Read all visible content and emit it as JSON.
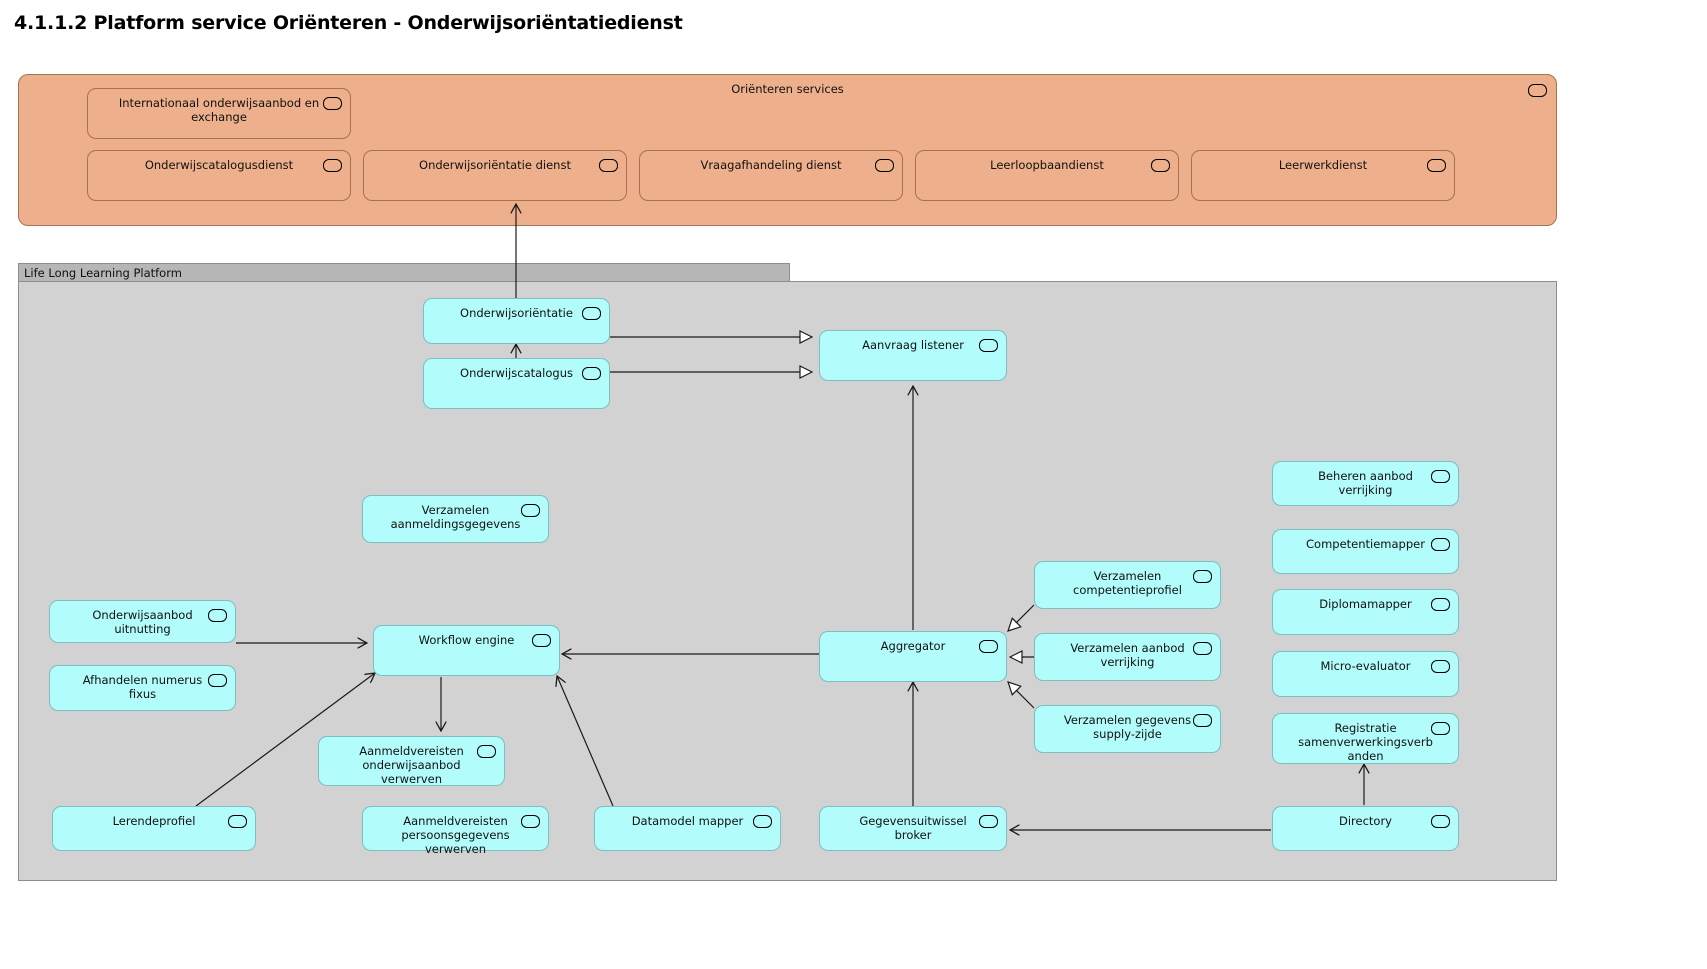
{
  "page": {
    "title": "4.1.1.2 Platform service Oriënteren - Onderwijsoriëntatiedienst"
  },
  "colors": {
    "service_fill": "#eeb08c",
    "service_stroke": "#a8724f",
    "component_fill": "#b2fcfc",
    "component_stroke": "#7cbfc0",
    "group_fill": "#d2d2d2",
    "group_header_fill": "#b6b6b6",
    "connector": "#1a1a1a"
  },
  "service_group": {
    "label": "Oriënteren services",
    "icon": "service-icon",
    "services": [
      {
        "label": "Internationaal onderwijsaanbod en exchange",
        "icon": "service-icon"
      },
      {
        "label": "Onderwijscatalogusdienst",
        "icon": "service-icon"
      },
      {
        "label": "Onderwijsoriëntatie dienst",
        "icon": "service-icon"
      },
      {
        "label": "Vraagafhandeling dienst",
        "icon": "service-icon"
      },
      {
        "label": "Leerloopbaandienst",
        "icon": "service-icon"
      },
      {
        "label": "Leerwerkdienst",
        "icon": "service-icon"
      }
    ]
  },
  "platform_group": {
    "label": "Life Long Learning Platform",
    "components": [
      {
        "label": "Onderwijsoriëntatie",
        "icon": "service-icon"
      },
      {
        "label": "Onderwijscatalogus",
        "icon": "service-icon"
      },
      {
        "label": "Aanvraag listener",
        "icon": "service-icon"
      },
      {
        "label": "Verzamelen aanmeldingsgegevens",
        "icon": "service-icon"
      },
      {
        "label": "Onderwijsaanbod uitnutting",
        "icon": "service-icon"
      },
      {
        "label": "Afhandelen numerus fixus",
        "icon": "service-icon"
      },
      {
        "label": "Workflow engine",
        "icon": "service-icon"
      },
      {
        "label": "Aanmeldvereisten onderwijsaanbod verwerven",
        "icon": "service-icon"
      },
      {
        "label": "Lerendeprofiel",
        "icon": "service-icon"
      },
      {
        "label": "Aanmeldvereisten persoonsgegevens verwerven",
        "icon": "service-icon"
      },
      {
        "label": "Datamodel mapper",
        "icon": "service-icon"
      },
      {
        "label": "Aggregator",
        "icon": "service-icon"
      },
      {
        "label": "Verzamelen competentieprofiel",
        "icon": "service-icon"
      },
      {
        "label": "Verzamelen aanbod verrijking",
        "icon": "service-icon"
      },
      {
        "label": "Verzamelen gegevens supply-zijde",
        "icon": "service-icon"
      },
      {
        "label": "Gegevensuitwissel broker",
        "icon": "service-icon"
      },
      {
        "label": "Beheren aanbod verrijking",
        "icon": "service-icon"
      },
      {
        "label": "Competentiemapper",
        "icon": "service-icon"
      },
      {
        "label": "Diplomamapper",
        "icon": "service-icon"
      },
      {
        "label": "Micro-evaluator",
        "icon": "service-icon"
      },
      {
        "label": "Registratie samenverwerkingsverbanden",
        "icon": "service-icon"
      },
      {
        "label": "Directory",
        "icon": "service-icon"
      }
    ]
  }
}
